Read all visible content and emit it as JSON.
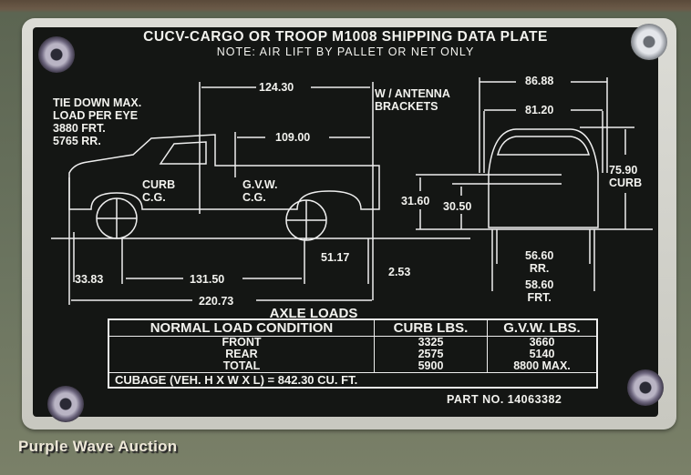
{
  "plate": {
    "title": "CUCV-CARGO OR TROOP M1008 SHIPPING DATA PLATE",
    "note": "NOTE: AIR LIFT BY PALLET OR NET ONLY",
    "tie_down": {
      "line1": "TIE DOWN MAX.",
      "line2": "LOAD PER EYE",
      "line3": "3880 FRT.",
      "line4": "5765 RR."
    },
    "side_view": {
      "dim_124_30": "124.30",
      "dim_109_00": "109.00",
      "curb_cg_1": "CURB",
      "curb_cg_2": "C.G.",
      "gvw_cg_1": "G.V.W.",
      "gvw_cg_2": "C.G.",
      "dim_33_83": "33.83",
      "dim_131_50": "131.50",
      "dim_51_17": "51.17",
      "dim_2_53": "2.53",
      "dim_220_73": "220.73"
    },
    "antenna": {
      "line1": "W / ANTENNA",
      "line2": "BRACKETS"
    },
    "rear_view": {
      "dim_86_88": "86.88",
      "dim_81_20": "81.20",
      "dim_75_90": "75.90",
      "curb_label": "CURB",
      "dim_31_60": "31.60",
      "dim_30_50": "30.50",
      "dim_56_60": "56.60",
      "rr_label": "RR.",
      "dim_58_60": "58.60",
      "frt_label": "FRT."
    },
    "axle_loads": {
      "heading": "AXLE LOADS",
      "columns": [
        "NORMAL LOAD CONDITION",
        "CURB LBS.",
        "G.V.W. LBS."
      ],
      "rows": [
        {
          "condition": "FRONT",
          "curb": "3325",
          "gvw": "3660"
        },
        {
          "condition": "REAR",
          "curb": "2575",
          "gvw": "5140"
        },
        {
          "condition": "TOTAL",
          "curb": "5900",
          "gvw": "8800 MAX."
        }
      ],
      "cubage": "CUBAGE (VEH. H X W X L) = 842.30  CU. FT."
    },
    "part_no": "PART NO. 14063382"
  },
  "watermark": "Purple Wave Auction"
}
